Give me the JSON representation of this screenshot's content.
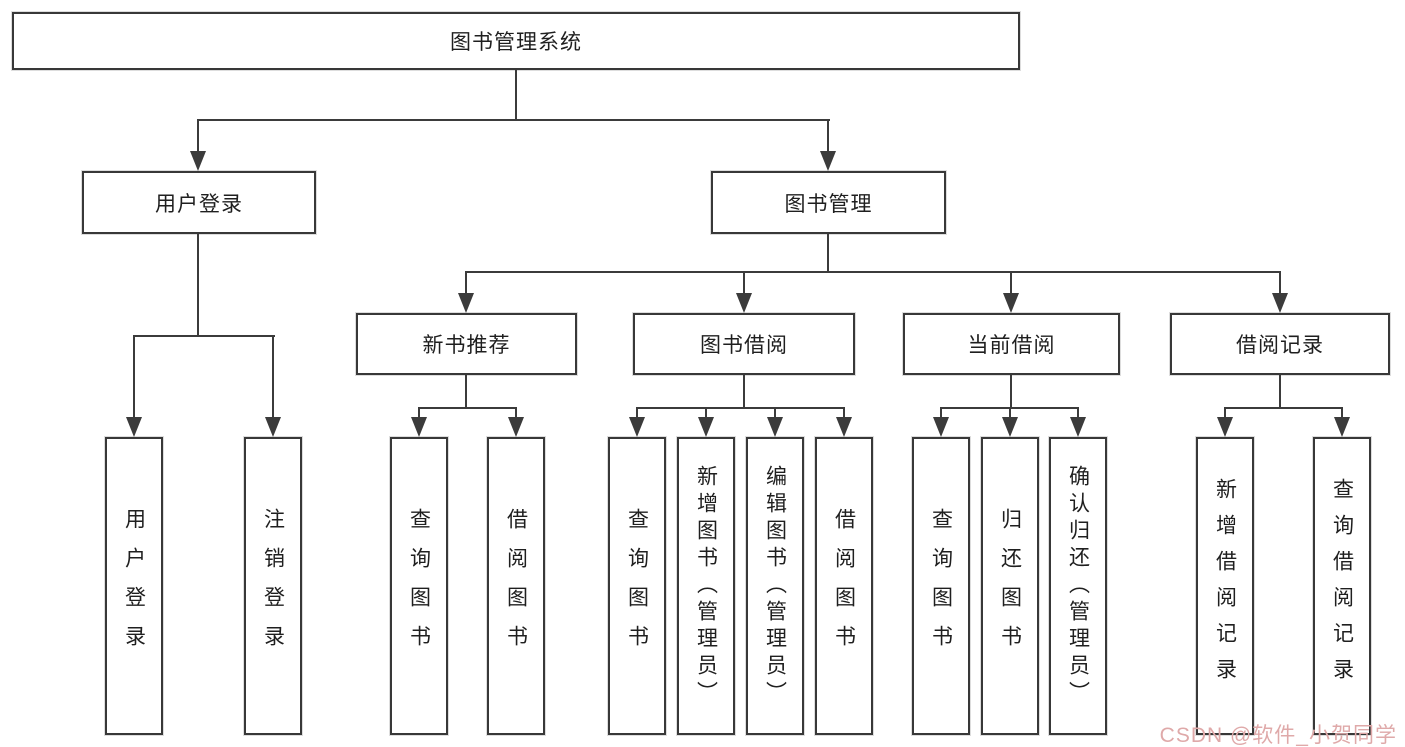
{
  "diagram": {
    "title_hint": "library management system functional structure diagram",
    "root": {
      "label": "图书管理系统"
    },
    "branches": [
      {
        "label": "用户登录",
        "children": [
          "用户登录",
          "注销登录"
        ]
      },
      {
        "label": "图书管理",
        "sections": [
          {
            "label": "新书推荐",
            "children": [
              "查询图书",
              "借阅图书"
            ]
          },
          {
            "label": "图书借阅",
            "children": [
              "查询图书",
              "新增图书（管理员）",
              "编辑图书（管理员）",
              "借阅图书"
            ]
          },
          {
            "label": "当前借阅",
            "children": [
              "查询图书",
              "归还图书",
              "确认归还（管理员）"
            ]
          },
          {
            "label": "借阅记录",
            "children": [
              "新增借阅记录",
              "查询借阅记录"
            ]
          }
        ]
      }
    ]
  },
  "watermark": {
    "text": "CSDN @软件_小贺同学"
  },
  "colors": {
    "line": "#3b3b3b",
    "box_border": "#383838",
    "text": "#1f1f1f",
    "watermark": "#dfa9a9",
    "background": "#ffffff"
  }
}
